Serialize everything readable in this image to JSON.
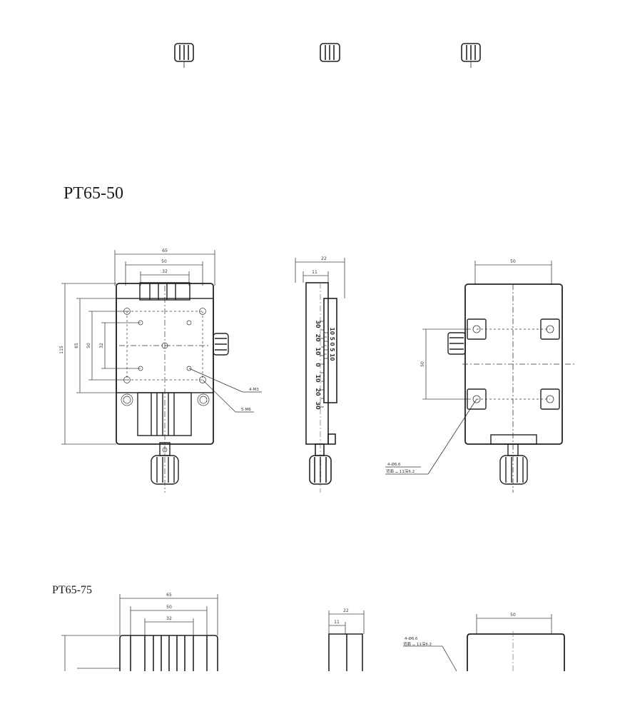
{
  "titles": {
    "model_a": "PT65-50",
    "model_b": "PT65-75"
  },
  "dims_a": {
    "width": "65",
    "hole_span": "50",
    "inner": "32",
    "height": "115",
    "side_65": "65",
    "side_50": "50",
    "side_32": "32",
    "thread_1": "4-M3",
    "thread_2": "5-M6",
    "side_width": "22",
    "side_11": "11",
    "back_span": "50",
    "back_vert": "50",
    "back_hole": "4-Ø6.6",
    "back_cbore": "背面 ⌴ 11深6.2",
    "scale_left": [
      "30",
      "20",
      "10",
      "0",
      "10",
      "20",
      "30"
    ],
    "scale_right": "10 5 0 5 10"
  },
  "dims_b": {
    "width": "65",
    "hole_span": "50",
    "inner": "32",
    "side_width": "22",
    "side_11": "11",
    "back_span": "50",
    "back_hole": "4-Ø6.6",
    "back_cbore": "背面 ⌴ 11深6.2"
  }
}
